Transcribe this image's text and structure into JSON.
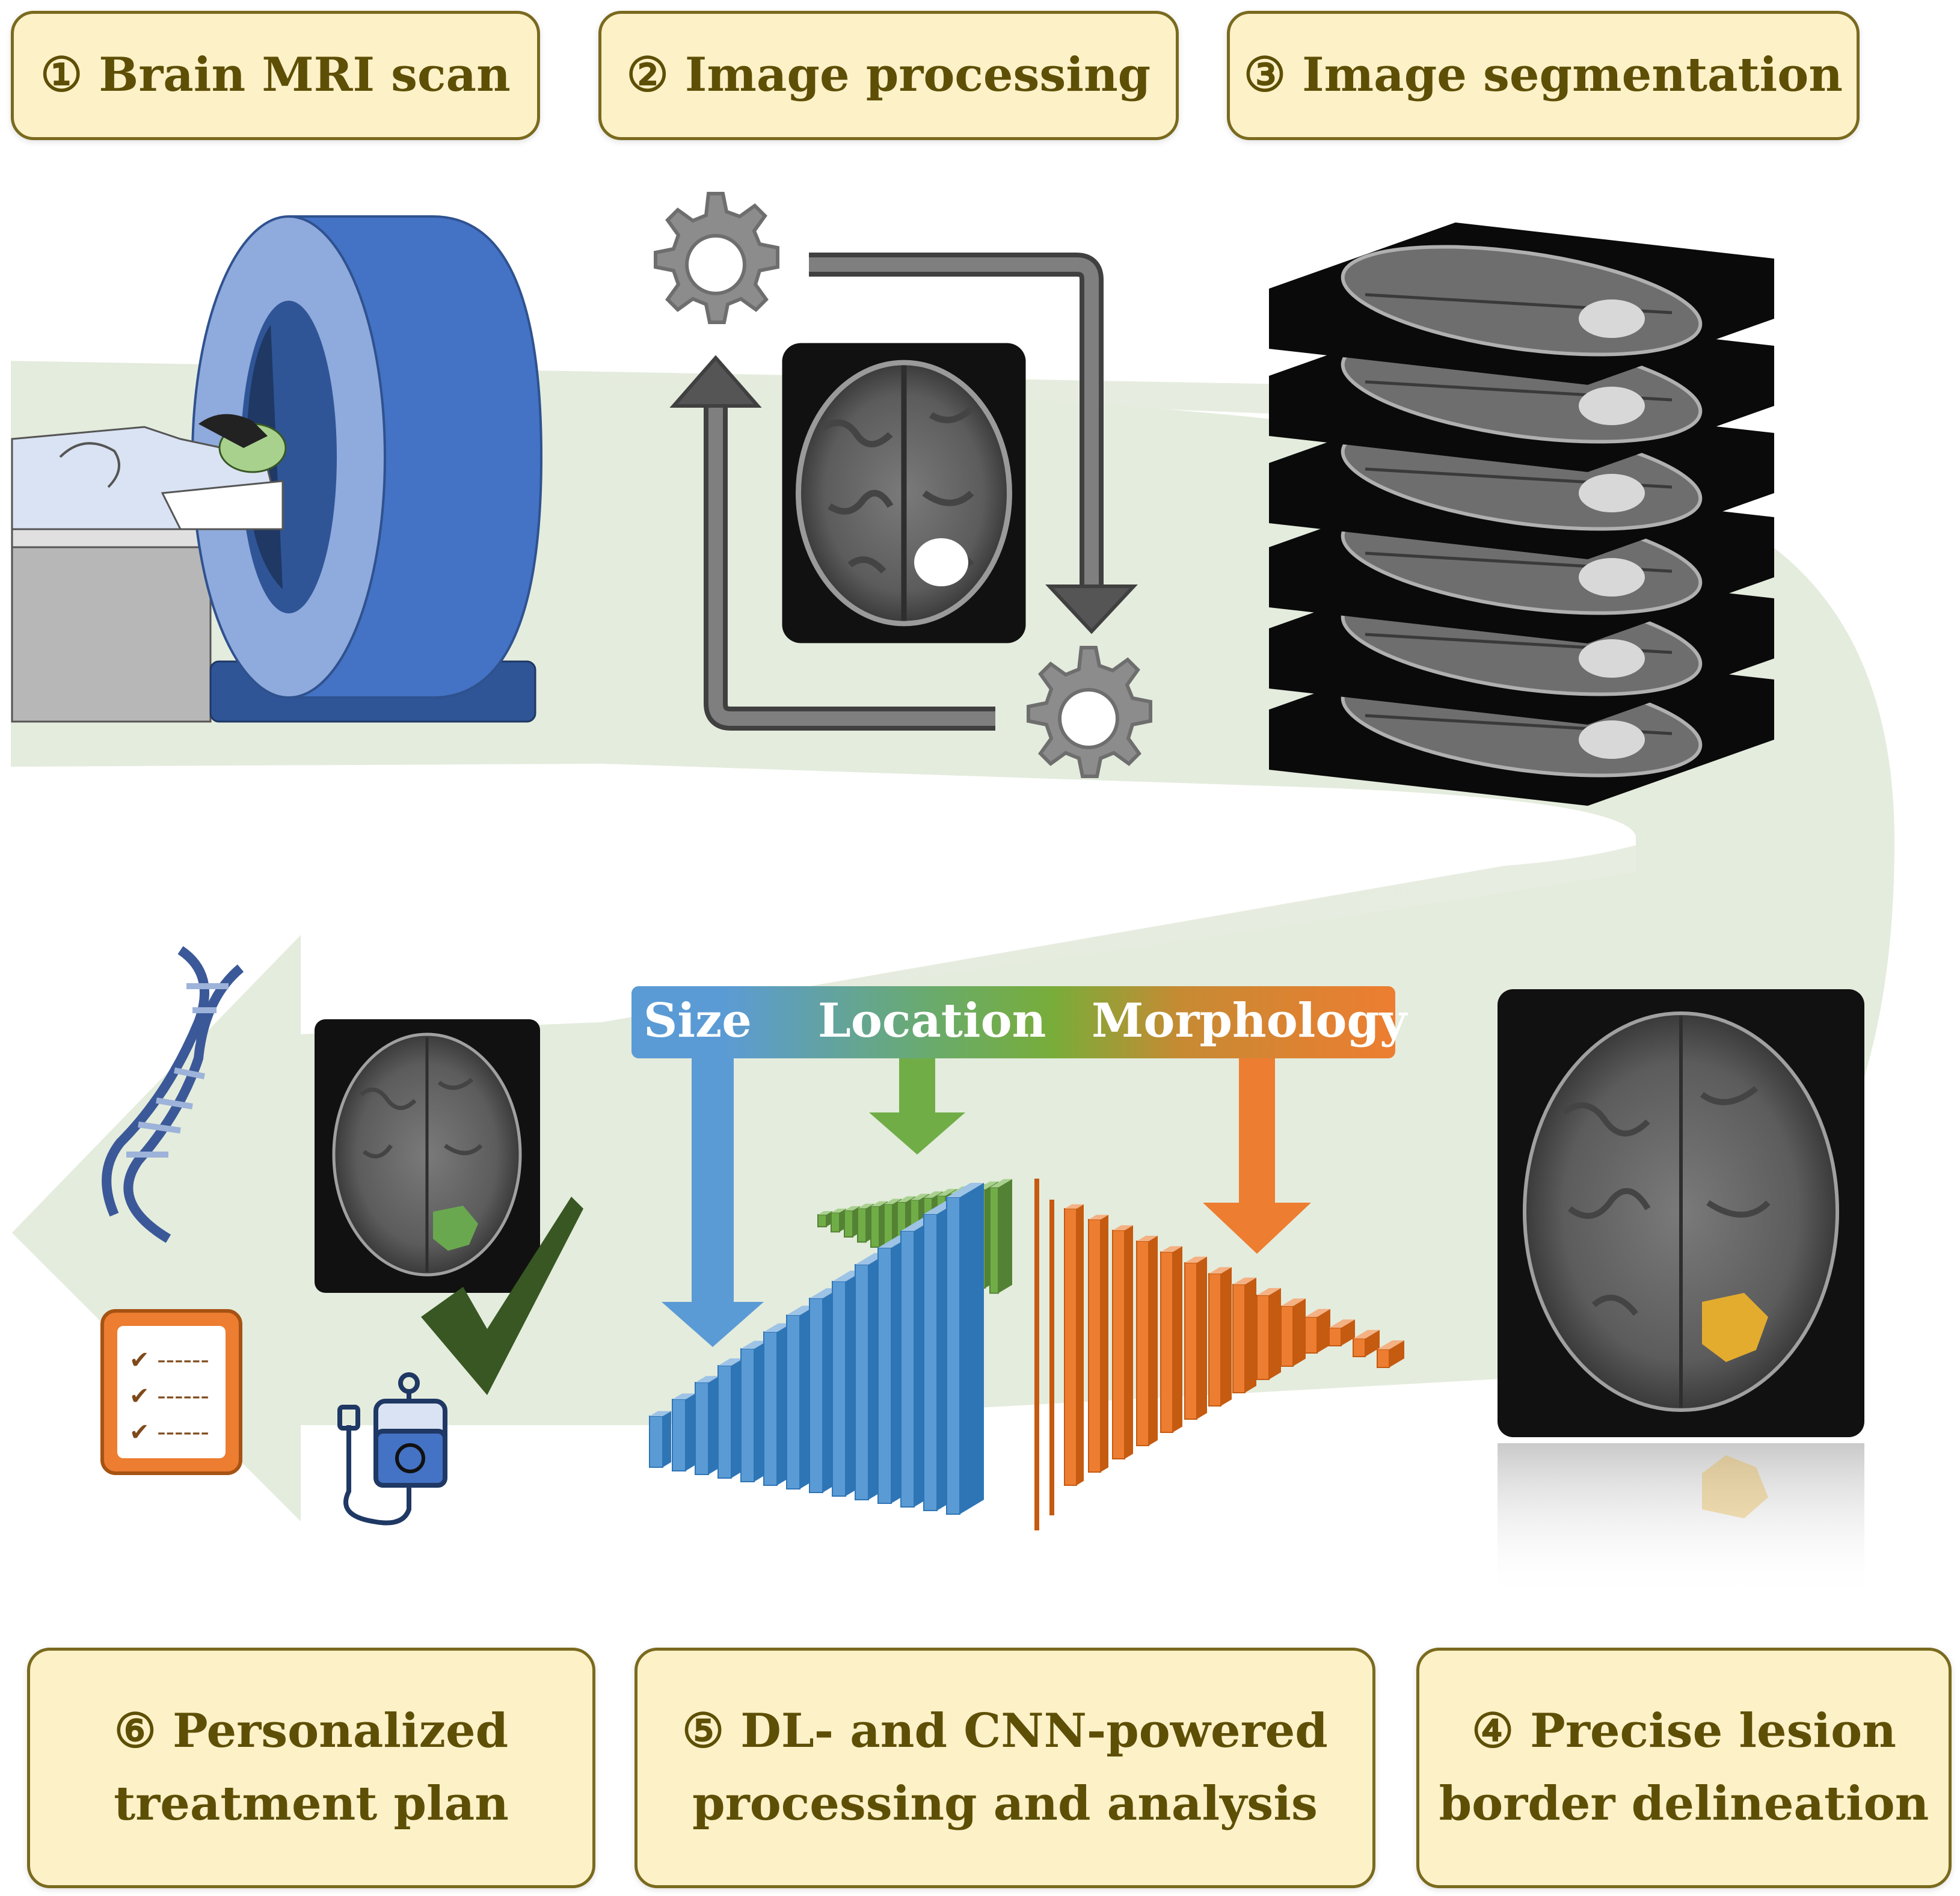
{
  "steps": {
    "s1": {
      "marker": "①",
      "line1": "Brain MRI scan"
    },
    "s2": {
      "marker": "②",
      "line1": "Image processing"
    },
    "s3": {
      "marker": "③",
      "line1": "Image segmentation"
    },
    "s4": {
      "marker": "④",
      "line1": "Precise lesion",
      "line2": "border delineation"
    },
    "s5": {
      "marker": "⑤",
      "line1": "DL- and CNN-powered",
      "line2": "processing and analysis"
    },
    "s6": {
      "marker": "⑥",
      "line1": "Personalized",
      "line2": "treatment plan"
    }
  },
  "features": {
    "size": "Size",
    "location": "Location",
    "morphology": "Morphology"
  },
  "colors": {
    "box_fill": "#fdf1c8",
    "box_border": "#7a6a1e",
    "box_text": "#5e4f06",
    "flow_band": "#e4ecdd",
    "size": "#5b9bd5",
    "location": "#70ad47",
    "morphology": "#ed7d31",
    "lesion_gold": "#e3ac2e",
    "lesion_green": "#6aa84f"
  },
  "icons": [
    "mri-scanner-icon",
    "gear-icon",
    "cycle-arrow-icon",
    "brain-slice-stack-icon",
    "dna-icon",
    "checklist-icon",
    "checkmark-icon",
    "iv-bag-biohazard-icon"
  ]
}
